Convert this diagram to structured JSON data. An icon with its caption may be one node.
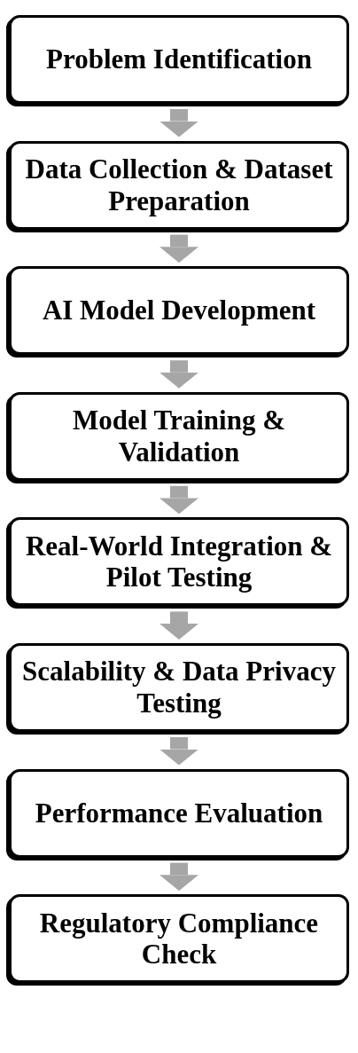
{
  "diagram": {
    "nodes": [
      {
        "text": [
          "Problem Identification"
        ]
      },
      {
        "text": [
          "Data Collection & Dataset Preparation"
        ]
      },
      {
        "text": [
          "AI Model Development"
        ]
      },
      {
        "text": [
          "Model Training & Validation"
        ]
      },
      {
        "text": [
          "Real-World Integration & Pilot Testing"
        ]
      },
      {
        "text": [
          "Scalability & Data Privacy Testing"
        ]
      },
      {
        "text": [
          "Performance Evaluation"
        ]
      },
      {
        "text": [
          "Regulatory Compliance Check"
        ]
      }
    ],
    "edges": [
      {
        "from": 0,
        "to": 1,
        "arrow": "to"
      },
      {
        "from": 1,
        "to": 2,
        "arrow": "to"
      },
      {
        "from": 2,
        "to": 3,
        "arrow": "to"
      },
      {
        "from": 3,
        "to": 4,
        "arrow": "to"
      },
      {
        "from": 4,
        "to": 5,
        "arrow": "to"
      },
      {
        "from": 5,
        "to": 6,
        "arrow": "to"
      },
      {
        "from": 6,
        "to": 7,
        "arrow": "to"
      }
    ]
  }
}
